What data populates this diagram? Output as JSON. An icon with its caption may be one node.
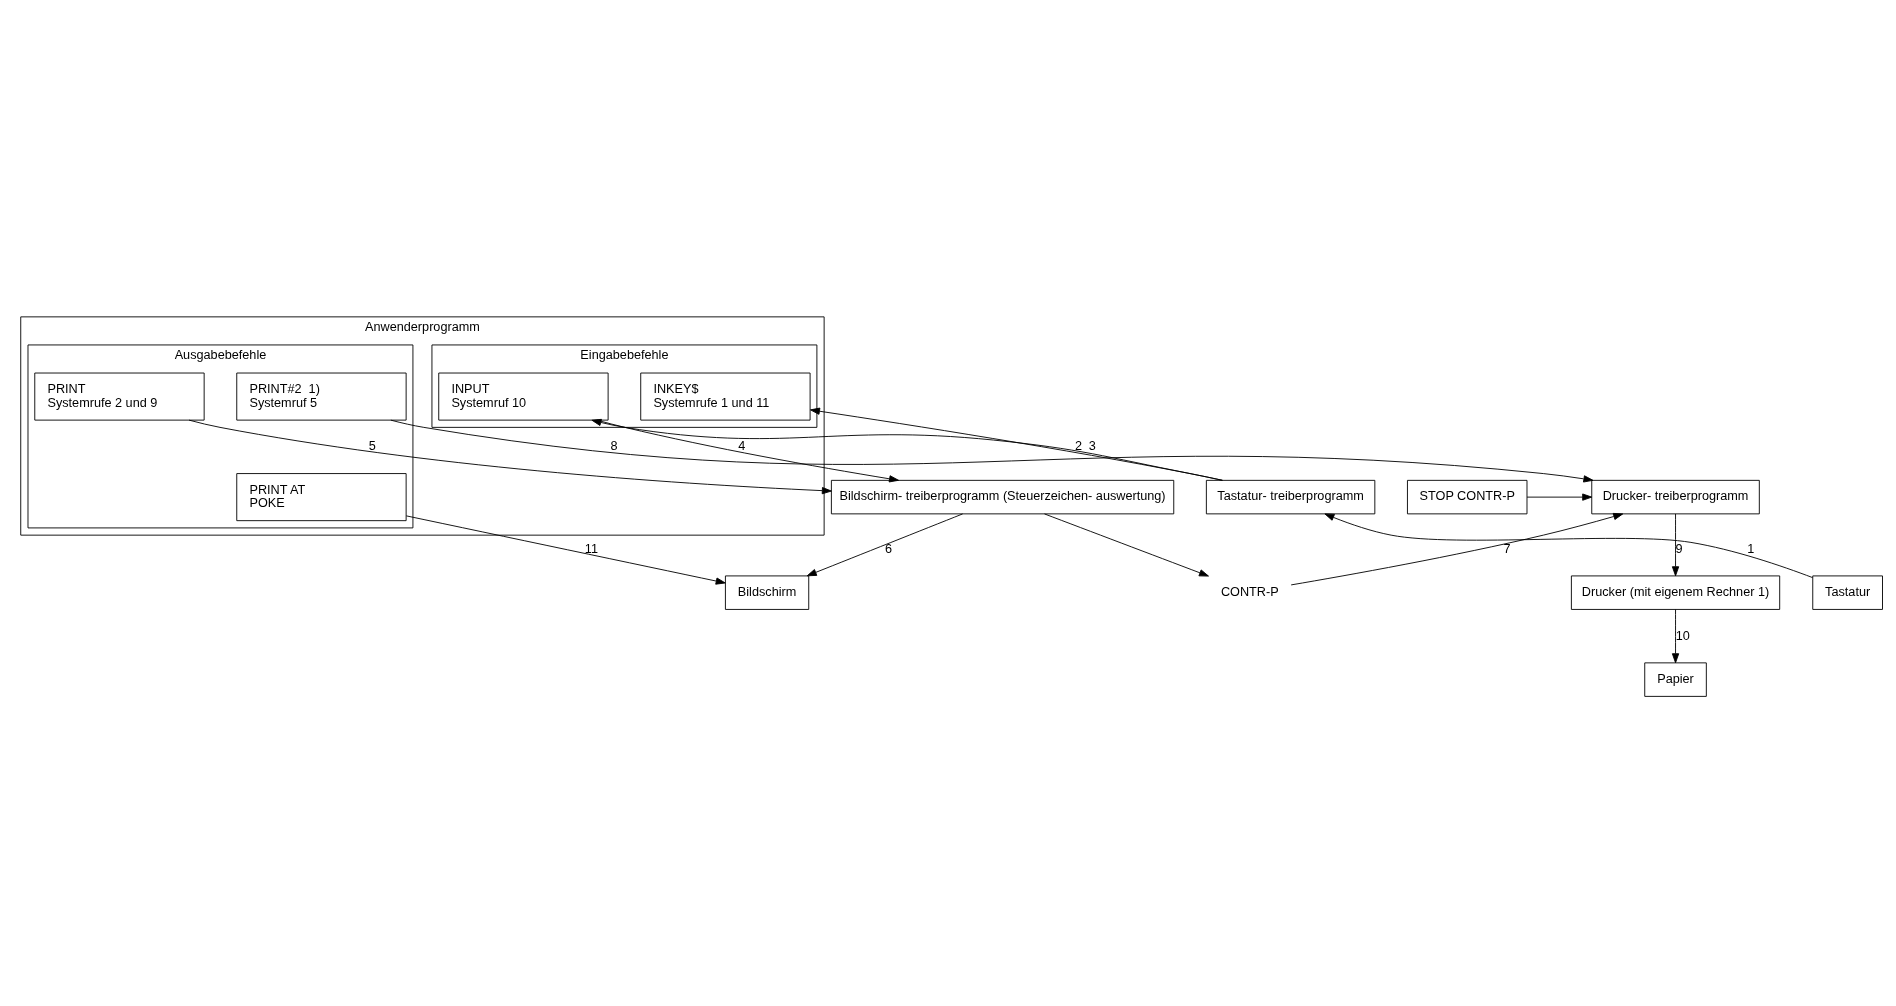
{
  "diagram": {
    "nodes": [
      {
        "text": [
          "Anwenderprogramm"
        ]
      },
      {
        "text": [
          "Eingabebefehle"
        ],
        "in": 0
      },
      {
        "text": [
          "Ausgabebefehle"
        ],
        "in": 0
      },
      {
        "text": [
          "INKEY$",
          "Systemrufe 1 und 11"
        ],
        "in": 1
      },
      {
        "text": [
          "INPUT",
          "Systemruf 10"
        ],
        "in": 1
      },
      {
        "text": [
          "PRINT AT",
          "POKE"
        ],
        "in": 2
      },
      {
        "text": [
          "PRINT",
          "Systemrufe 2 und 9"
        ],
        "in": 2
      },
      {
        "text": [
          "PRINT#2  1)",
          "Systemruf 5"
        ],
        "in": 2
      },
      {
        "text": [
          "Tastatur- treiberprogramm"
        ]
      },
      {
        "text": [
          "Tastatur"
        ]
      },
      {
        "text": [
          "Bildschirm- treiberprogramm (Steuerzeichen- auswertung)"
        ]
      },
      {
        "text": [
          "Bildschirm"
        ]
      },
      {
        "text": [
          "CONTR-P"
        ]
      },
      {
        "text": [
          "Drucker- treiberprogramm"
        ]
      },
      {
        "text": [
          "STOP CONTR-P"
        ]
      },
      {
        "text": [
          "Drucker (mit eigenem Rechner 1)"
        ]
      },
      {
        "text": [
          "Papier"
        ]
      }
    ],
    "edges": [
      {
        "from": 9,
        "to": 8,
        "arrow": "to",
        "label": "1"
      },
      {
        "from": 8,
        "to": 3,
        "arrow": "to",
        "label": "2"
      },
      {
        "from": 8,
        "to": 4,
        "arrow": "to",
        "label": "3"
      },
      {
        "from": 4,
        "to": 10,
        "arrow": "to",
        "label": "4"
      },
      {
        "from": 6,
        "to": 10,
        "arrow": "to",
        "label": "5"
      },
      {
        "from": 5,
        "to": 11,
        "arrow": "to",
        "label": "11"
      },
      {
        "from": 10,
        "to": 11,
        "arrow": "to",
        "label": "6"
      },
      {
        "from": 10,
        "to": 12,
        "arrow": "to"
      },
      {
        "from": 12,
        "to": 13,
        "arrow": "to",
        "label": "7"
      },
      {
        "from": 7,
        "to": 13,
        "arrow": "to",
        "label": "8"
      },
      {
        "from": 14,
        "to": 13,
        "arrow": "to"
      },
      {
        "from": 13,
        "to": 15,
        "arrow": "to",
        "label": "9"
      },
      {
        "from": 15,
        "to": 16,
        "arrow": "to",
        "label": "10"
      }
    ]
  }
}
